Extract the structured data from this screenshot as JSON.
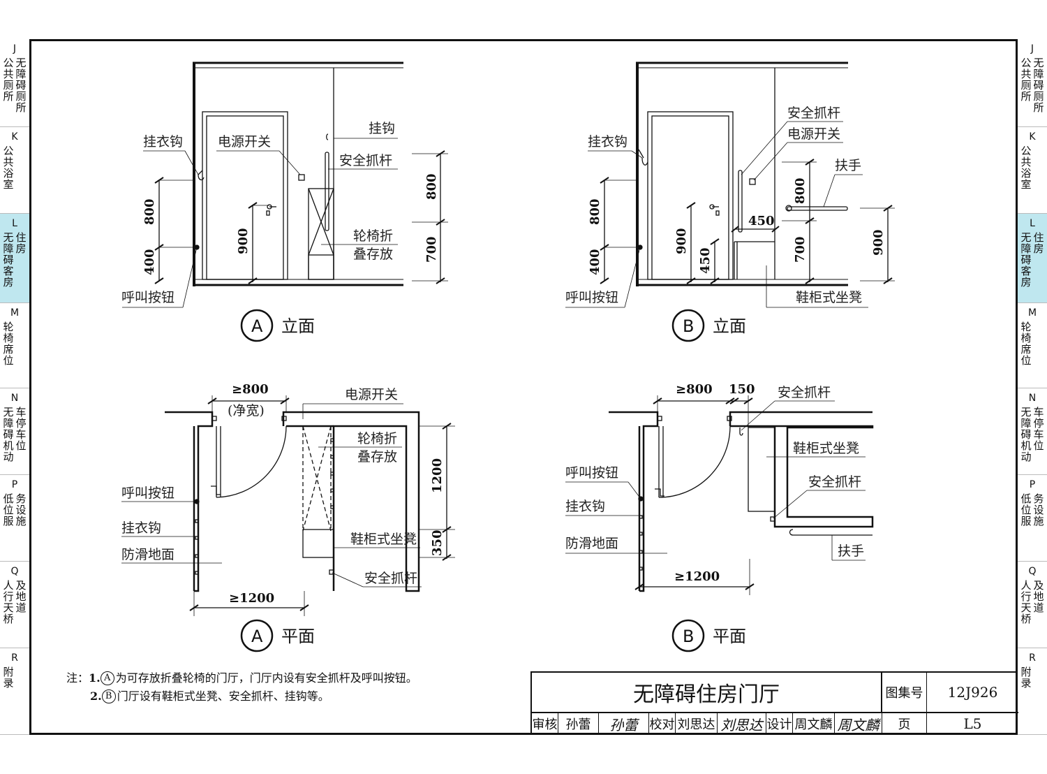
{
  "left_tabs": [
    {
      "letter": "J",
      "c1": "公共厕所",
      "c2": "无障碍厕所",
      "active": false
    },
    {
      "letter": "K",
      "c1": "公共浴室",
      "c2": "",
      "active": false
    },
    {
      "letter": "L",
      "c1": "无障碍客房",
      "c2": "住房",
      "active": true
    },
    {
      "letter": "M",
      "c1": "轮椅席位",
      "c2": "",
      "active": false
    },
    {
      "letter": "N",
      "c1": "无障碍机动",
      "c2": "车停车位",
      "active": false
    },
    {
      "letter": "P",
      "c1": "低位服",
      "c2": "务设施",
      "active": false
    },
    {
      "letter": "Q",
      "c1": "人行天桥",
      "c2": "及地道",
      "active": false
    },
    {
      "letter": "R",
      "c1": "附录",
      "c2": "",
      "active": false
    }
  ],
  "elev_a": {
    "labels": {
      "coat_hook": "挂衣钩",
      "power_switch": "电源开关",
      "hook": "挂钩",
      "grab_bar": "安全抓杆",
      "wheelchair_1": "轮椅折",
      "wheelchair_2": "叠存放",
      "call_button": "呼叫按钮"
    },
    "dims": {
      "d800_left": "800",
      "d400": "400",
      "d900": "900",
      "d800_right": "800",
      "d700": "700"
    },
    "caption_letter": "A",
    "caption": "立面"
  },
  "elev_b": {
    "labels": {
      "coat_hook": "挂衣钩",
      "grab_bar": "安全抓杆",
      "power_switch": "电源开关",
      "handrail": "扶手",
      "call_button": "呼叫按钮",
      "shoe_bench": "鞋柜式坐凳"
    },
    "dims": {
      "d800_left": "800",
      "d400": "400",
      "d900": "900",
      "d450_v": "450",
      "d450_h": "450",
      "d800_right": "800",
      "d700": "700",
      "d900_right": "900"
    },
    "caption_letter": "B",
    "caption": "立面"
  },
  "plan_a": {
    "labels": {
      "power_switch": "电源开关",
      "wheelchair_1": "轮椅折",
      "wheelchair_2": "叠存放",
      "call_button": "呼叫按钮",
      "coat_hook": "挂衣钩",
      "antislip": "防滑地面",
      "shoe_bench": "鞋柜式坐凳",
      "grab_bar": "安全抓杆"
    },
    "dims": {
      "w800": "≥800",
      "net": "(净宽)",
      "d1200": "1200",
      "d350": "350",
      "w1200": "≥1200"
    },
    "caption_letter": "A",
    "caption": "平面"
  },
  "plan_b": {
    "labels": {
      "grab_bar_top": "安全抓杆",
      "shoe_bench": "鞋柜式坐凳",
      "grab_bar": "安全抓杆",
      "call_button": "呼叫按钮",
      "coat_hook": "挂衣钩",
      "antislip": "防滑地面",
      "handrail": "扶手"
    },
    "dims": {
      "w800": "≥800",
      "w150": "150",
      "w1200": "≥1200"
    },
    "caption_letter": "B",
    "caption": "平面"
  },
  "notes": {
    "prefix": "注：",
    "n1_num": "1.",
    "n1_circle": "A",
    "n1_text": "为可存放折叠轮椅的门厅，门厅内设有安全抓杆及呼叫按钮。",
    "n2_num": "2.",
    "n2_circle": "B",
    "n2_text": "门厅设有鞋柜式坐凳、安全抓杆、挂钩等。"
  },
  "title_block": {
    "title": "无障碍住房门厅",
    "atlas_label": "图集号",
    "atlas_no": "12J926",
    "review_label": "审核",
    "reviewer": "孙蕾",
    "reviewer_sig": "孙蕾",
    "check_label": "校对",
    "checker": "刘思达",
    "checker_sig": "刘思达",
    "design_label": "设计",
    "designer": "周文麟",
    "designer_sig": "周文麟",
    "page_label": "页",
    "page_no": "L5"
  }
}
